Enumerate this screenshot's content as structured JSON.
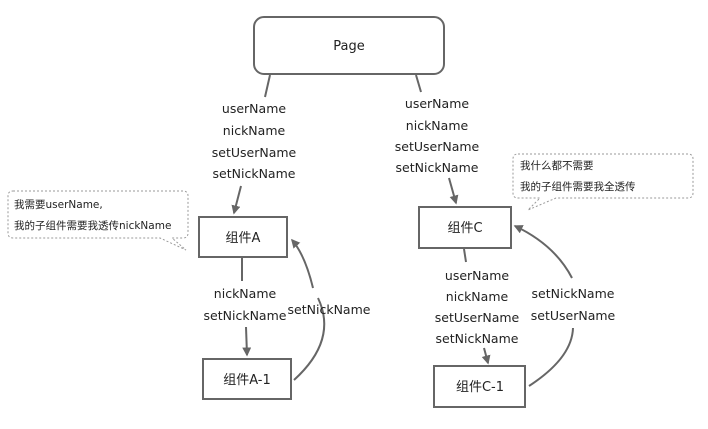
{
  "nodes": {
    "page": "Page",
    "a": "组件A",
    "a1": "组件A-1",
    "c": "组件C",
    "c1": "组件C-1"
  },
  "edges": {
    "page_to_a": [
      "userName",
      "nickName",
      "setUserName",
      "setNickName"
    ],
    "page_to_c": [
      "userName",
      "nickName",
      "setUserName",
      "setNickName"
    ],
    "a_to_a1": [
      "nickName",
      "setNickName"
    ],
    "a1_to_a": [
      "setNickName"
    ],
    "c_to_c1": [
      "userName",
      "nickName",
      "setUserName",
      "setNickName"
    ],
    "c1_to_c": [
      "setNickName",
      "setUserName"
    ]
  },
  "notes": {
    "a": [
      "我需要userName,",
      "我的子组件需要我透传nickName"
    ],
    "c": [
      "我什么都不需要",
      "我的子组件需要我全透传"
    ]
  },
  "colors": {
    "stroke": "#666666",
    "dotted": "#9a9a9a",
    "text": "#222222"
  }
}
